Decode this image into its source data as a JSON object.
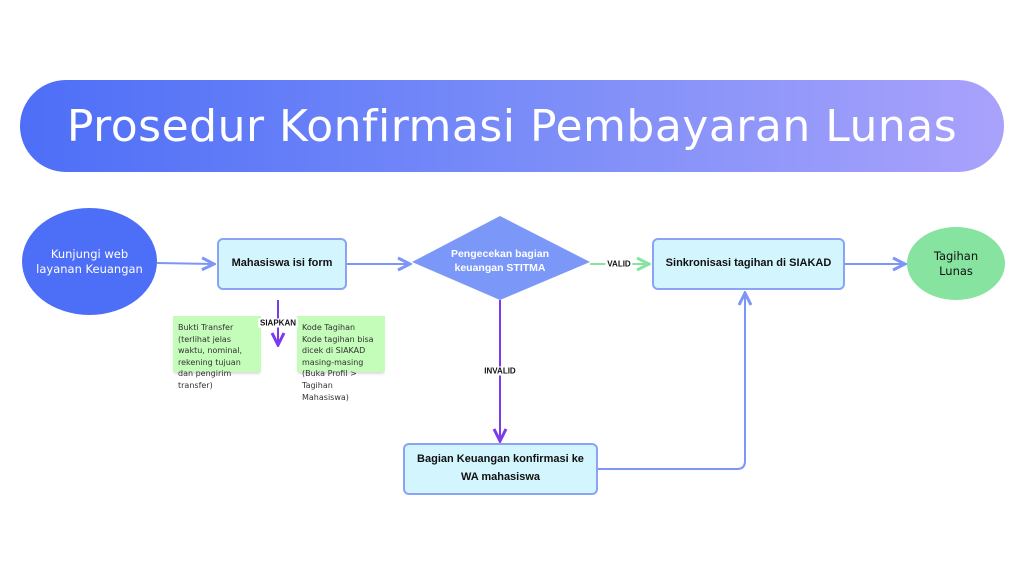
{
  "title": "Prosedur Konfirmasi Pembayaran Lunas",
  "nodes": {
    "start": "Kunjungi web layanan Keuangan",
    "form": "Mahasiswa isi form",
    "check": "Pengecekan bagian keuangan STITMA",
    "sync": "Sinkronisasi tagihan di SIAKAD",
    "end": "Tagihan Lunas",
    "confirm": "Bagian Keuangan konfirmasi ke WA mahasiswa"
  },
  "notes": [
    {
      "title": "Bukti Transfer",
      "body": "(terlihat jelas waktu, nominal, rekening tujuan dan pengirim transfer)"
    },
    {
      "title": "Kode Tagihan",
      "body": "Kode tagihan bisa dicek di SIAKAD masing-masing (Buka Profil > Tagihan Mahasiswa)"
    }
  ],
  "labels": {
    "prepare": "SIAPKAN",
    "valid": "VALID",
    "invalid": "INVALID"
  },
  "colors": {
    "blue": "#4d6ef7",
    "diamond": "#7b97f7",
    "green": "#86e3a0",
    "purple": "#7c3aed",
    "line": "#8aa3f5"
  }
}
